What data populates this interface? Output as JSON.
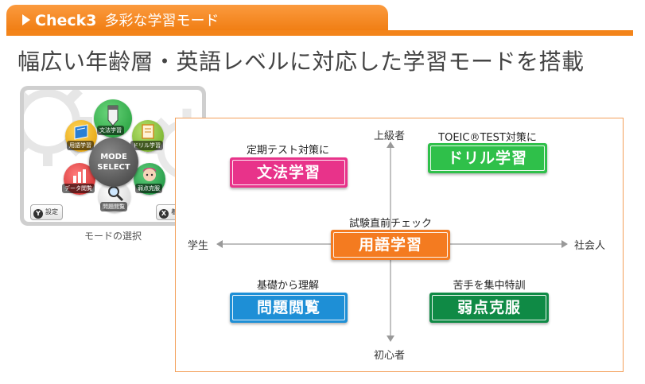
{
  "header": {
    "check_label": "Check3",
    "subtitle": "多彩な学習モード"
  },
  "headline": "幅広い年齢層・英語レベルに対応した学習モードを搭載",
  "mode_screen": {
    "caption": "モードの選択",
    "hub_lines": [
      "MODE",
      "SELECT"
    ],
    "modes": [
      {
        "label": "文法学習",
        "color": "#2fb34a",
        "icon": "pencil-icon"
      },
      {
        "label": "ドリル学習",
        "color": "#8dc63f",
        "icon": "drill-sheet-icon"
      },
      {
        "label": "弱点克服",
        "color": "#2aa84a",
        "icon": "mascot-icon"
      },
      {
        "label": "問題閲覧",
        "color": "#e8e8e8",
        "icon": "magnifier-icon"
      },
      {
        "label": "データ閲覧",
        "color": "#e23b3b",
        "icon": "bar-chart-icon"
      },
      {
        "label": "用語学習",
        "color": "#f4b400",
        "icon": "book-icon"
      }
    ],
    "buttons": {
      "settings": {
        "glyph": "Y",
        "label": "設定"
      },
      "dress": {
        "glyph": "X",
        "label": "着替え"
      }
    }
  },
  "chart": {
    "axis": {
      "top": "上級者",
      "bottom": "初心者",
      "left": "学生",
      "right": "社会人"
    },
    "quadrants": {
      "top_left": {
        "caption": "定期テスト対策に",
        "label": "文法学習",
        "color": "#e8338a"
      },
      "top_right": {
        "caption": "TOEIC®TEST対策に",
        "label": "ドリル学習",
        "color": "#2fc04a"
      },
      "center": {
        "caption": "試験直前チェック",
        "label": "用語学習",
        "color": "#f47b20"
      },
      "bottom_left": {
        "caption": "基礎から理解",
        "label": "問題閲覧",
        "color": "#1e8fd6"
      },
      "bottom_right": {
        "caption": "苦手を集中特訓",
        "label": "弱点克服",
        "color": "#0f8a45"
      }
    }
  },
  "colors": {
    "accent": "#f3841a",
    "panel_border": "#f3a05a",
    "axis": "#999999"
  }
}
